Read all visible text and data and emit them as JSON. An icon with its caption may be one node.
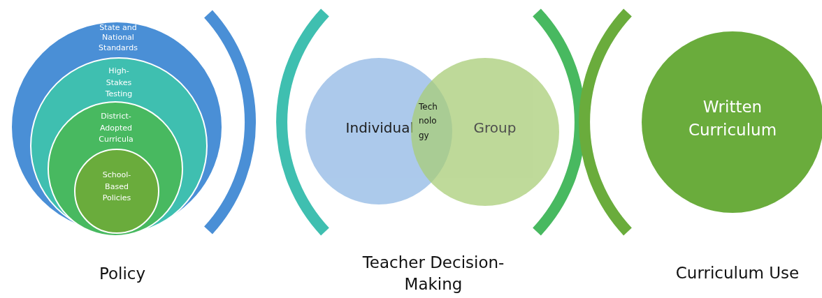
{
  "diagram": {
    "nodes": [
      {
        "text": [
          "State and National Standards"
        ]
      },
      {
        "text": [
          "High-Stakes Testing"
        ],
        "in": 0
      },
      {
        "text": [
          "District-Adopted Curricula"
        ],
        "in": 1
      },
      {
        "text": [
          "School-Based Policies"
        ],
        "in": 2
      },
      {
        "text": [
          "Individual"
        ]
      },
      {
        "text": [
          "Group"
        ]
      },
      {
        "text": [
          "Technology"
        ]
      },
      {
        "text": [
          "Written Curriculum"
        ]
      }
    ],
    "edges": [],
    "labels": [
      "Policy",
      "Teacher Decision-Making",
      "Curriculum Use"
    ]
  }
}
